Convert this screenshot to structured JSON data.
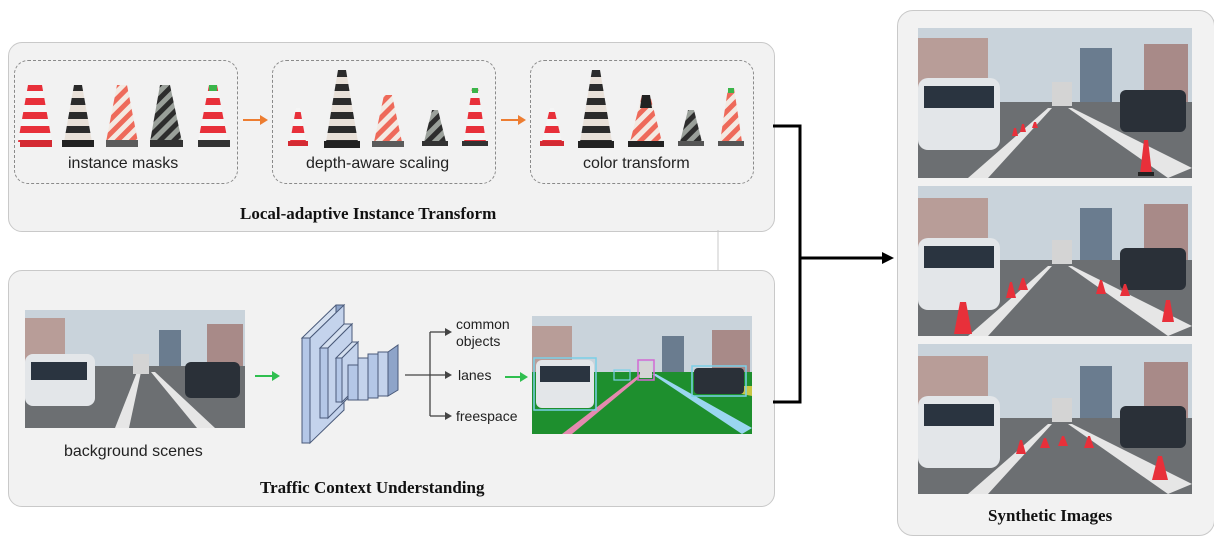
{
  "top_panel": {
    "title": "Local-adaptive Instance Transform",
    "stages": [
      {
        "label": "instance masks"
      },
      {
        "label": "depth-aware scaling"
      },
      {
        "label": "color transform"
      }
    ]
  },
  "bottom_panel": {
    "title": "Traffic Context Understanding",
    "input_label": "background scenes",
    "outputs": [
      "common objects",
      "lanes",
      "freespace"
    ]
  },
  "right_panel": {
    "title": "Synthetic Images"
  },
  "colors": {
    "panel_bg": "#f2f2f2",
    "orange_arrow": "#ed7d31",
    "green_arrow": "#2fbf4f",
    "cnn_blue": "#b4c7e7",
    "freespace_green": "#1e8f2e"
  }
}
